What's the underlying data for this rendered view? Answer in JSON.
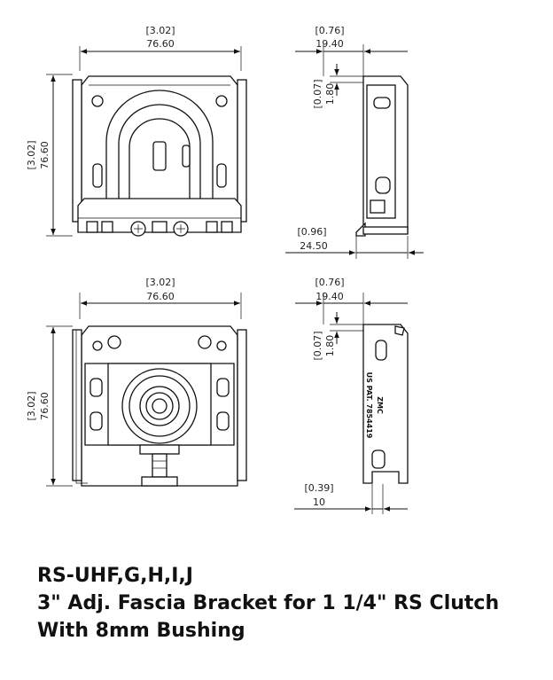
{
  "views": {
    "front_top": {
      "width_in": "[3.02]",
      "width_mm": "76.60",
      "height_in": "[3.02]",
      "height_mm": "76.60"
    },
    "side_top": {
      "depth_in": "[0.76]",
      "depth_mm": "19.40",
      "offset_in": "[0.07]",
      "offset_mm": "1.80",
      "base_in": "[0.96]",
      "base_mm": "24.50"
    },
    "front_bottom": {
      "width_in": "[3.02]",
      "width_mm": "76.60",
      "height_in": "[3.02]",
      "height_mm": "76.60"
    },
    "side_bottom": {
      "depth_in": "[0.76]",
      "depth_mm": "19.40",
      "offset_in": "[0.07]",
      "offset_mm": "1.80",
      "base_in": "[0.39]",
      "base_mm": "10",
      "engraving_line1": "ZMC",
      "engraving_line2": "US PAT. 7854419"
    }
  },
  "title": {
    "line1": "RS-UHF,G,H,I,J",
    "line2": "3\" Adj. Fascia Bracket for 1 1/4\" RS Clutch",
    "line3": "With 8mm Bushing"
  }
}
